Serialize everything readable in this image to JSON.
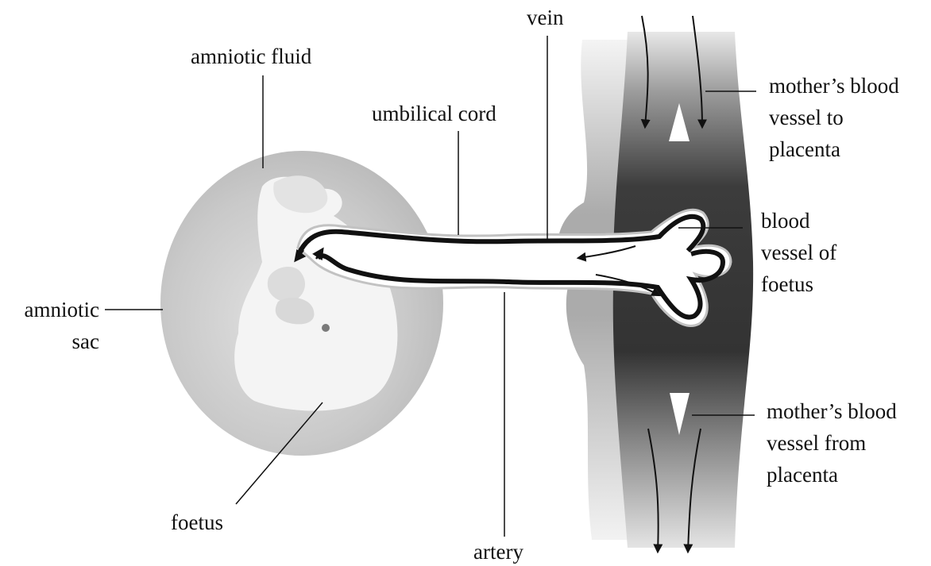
{
  "labels": {
    "amniotic_fluid": "amniotic fluid",
    "umbilical_cord": "umbilical cord",
    "vein": "vein",
    "mothers_vessel_to": [
      "mother’s blood",
      "vessel to",
      "placenta"
    ],
    "blood_vessel_foetus": [
      "blood",
      "vessel of",
      "foetus"
    ],
    "amniotic_sac": [
      "amniotic",
      "sac"
    ],
    "mothers_vessel_from": [
      "mother’s blood",
      "vessel from",
      "placenta"
    ],
    "foetus": "foetus",
    "artery": "artery"
  },
  "colors": {
    "sac": "#c4c4c4",
    "foetus": "#f5f5f5",
    "cord_edge": "#bdbdbd",
    "vessel": "#111111",
    "placenta_dark": "#3a3a3a",
    "placenta_light": "#b8b8b8"
  }
}
